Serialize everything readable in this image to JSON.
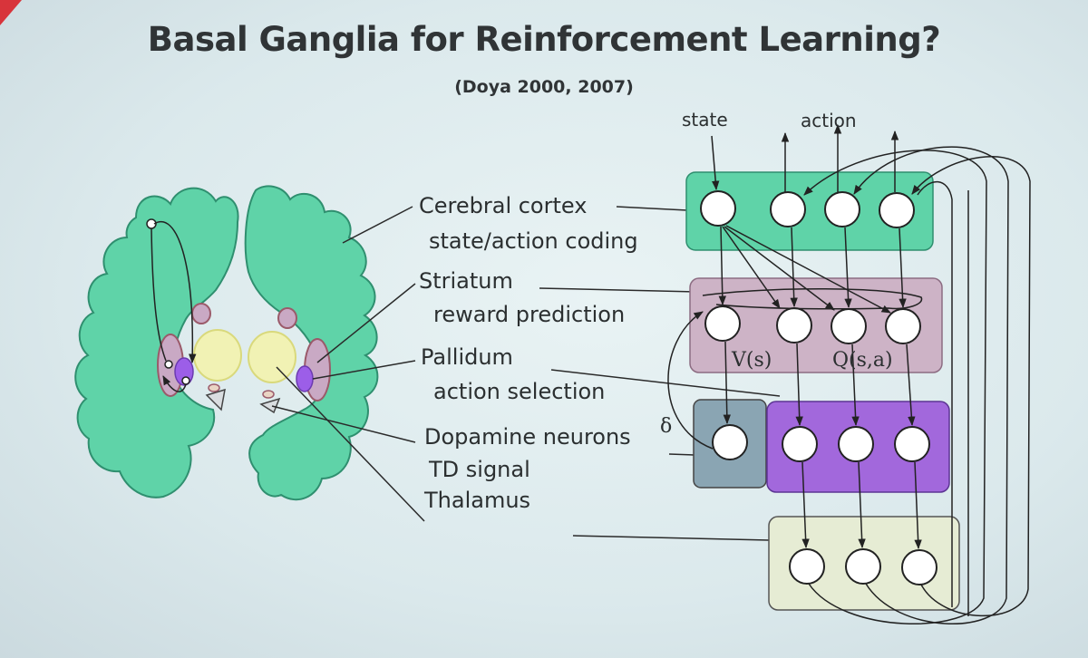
{
  "slide": {
    "title": "Basal Ganglia for Reinforcement Learning?",
    "subtitle": "(Doya 2000, 2007)"
  },
  "labels": {
    "cortex": "Cerebral cortex",
    "cortex_role": "state/action coding",
    "striatum": "Striatum",
    "striatum_role": "reward prediction",
    "pallidum": "Pallidum",
    "pallidum_role": "action selection",
    "dopamine": "Dopamine neurons",
    "dopamine_role": "TD signal",
    "thalamus": "Thalamus"
  },
  "network": {
    "state_label": "state",
    "action_label": "action",
    "value_label": "V(s)",
    "q_label": "Q(s,a)",
    "delta_symbol": "δ"
  },
  "colors": {
    "accent_red": "#d8343b",
    "cortex_green": "#5fd3a8",
    "striatum_mauve": "#cdb3c6",
    "pallidum_purple": "#a268dc",
    "dopamine_gray": "#8aa5b3",
    "thalamus_cream": "#e6ecd4"
  }
}
